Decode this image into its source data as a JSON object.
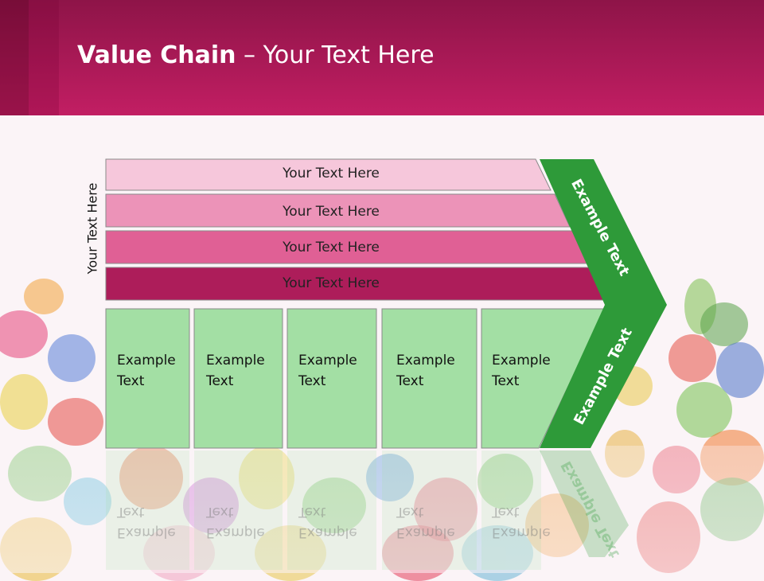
{
  "title": {
    "bold": "Value Chain",
    "rest": " – Your Text Here"
  },
  "side_label": "Your Text Here",
  "bands": [
    {
      "label": "Your Text Here",
      "color": "#f6c7db"
    },
    {
      "label": "Your Text Here",
      "color": "#ec93b8"
    },
    {
      "label": "Your Text Here",
      "color": "#e06095"
    },
    {
      "label": "Your Text Here",
      "color": "#ad1d5a"
    }
  ],
  "boxes": [
    {
      "line1": "Example",
      "line2": "Text"
    },
    {
      "line1": "Example",
      "line2": "Text"
    },
    {
      "line1": "Example",
      "line2": "Text"
    },
    {
      "line1": "Example",
      "line2": "Text"
    },
    {
      "line1": "Example",
      "line2": "Text"
    }
  ],
  "arrow": {
    "top_label": "Example Text",
    "bottom_label": "Example Text",
    "color": "#2e9a39"
  },
  "colors": {
    "header_top": "#8e1448",
    "header_bottom": "#c21e63",
    "box_fill": "#a3dfa4",
    "background": "#fbf4f7"
  }
}
